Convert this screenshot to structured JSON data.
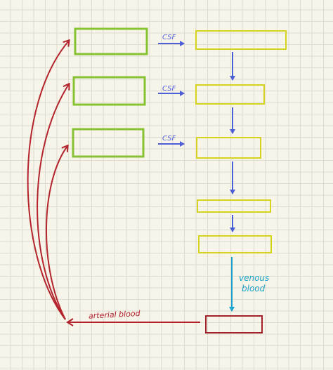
{
  "labels": {
    "csf_1": "CSF",
    "csf_2": "CSF",
    "csf_3": "CSF",
    "venous_line1": "venous",
    "venous_line2": "blood",
    "arterial": "arterial blood"
  },
  "colors": {
    "green_box": "#86c232",
    "yellow_box": "#d4d31f",
    "red_box": "#a3222a",
    "csf_arrow": "#4d5fd6",
    "venous": "#1ba3c9",
    "arterial": "#b3242c",
    "grid": "#dedbd0",
    "background": "#f7f4ea"
  }
}
